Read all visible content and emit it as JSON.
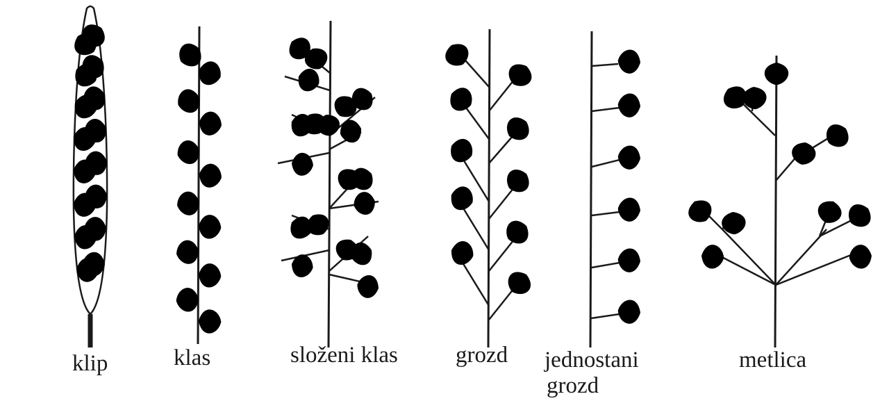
{
  "figure": {
    "labels": {
      "klip": "klip",
      "klas": "klas",
      "slozeni_klas": "složeni klas",
      "grozd": "grozd",
      "jednostani_grozd_line1": "jednostani",
      "jednostani_grozd_line2": "grozd",
      "metlica": "metlica"
    }
  }
}
